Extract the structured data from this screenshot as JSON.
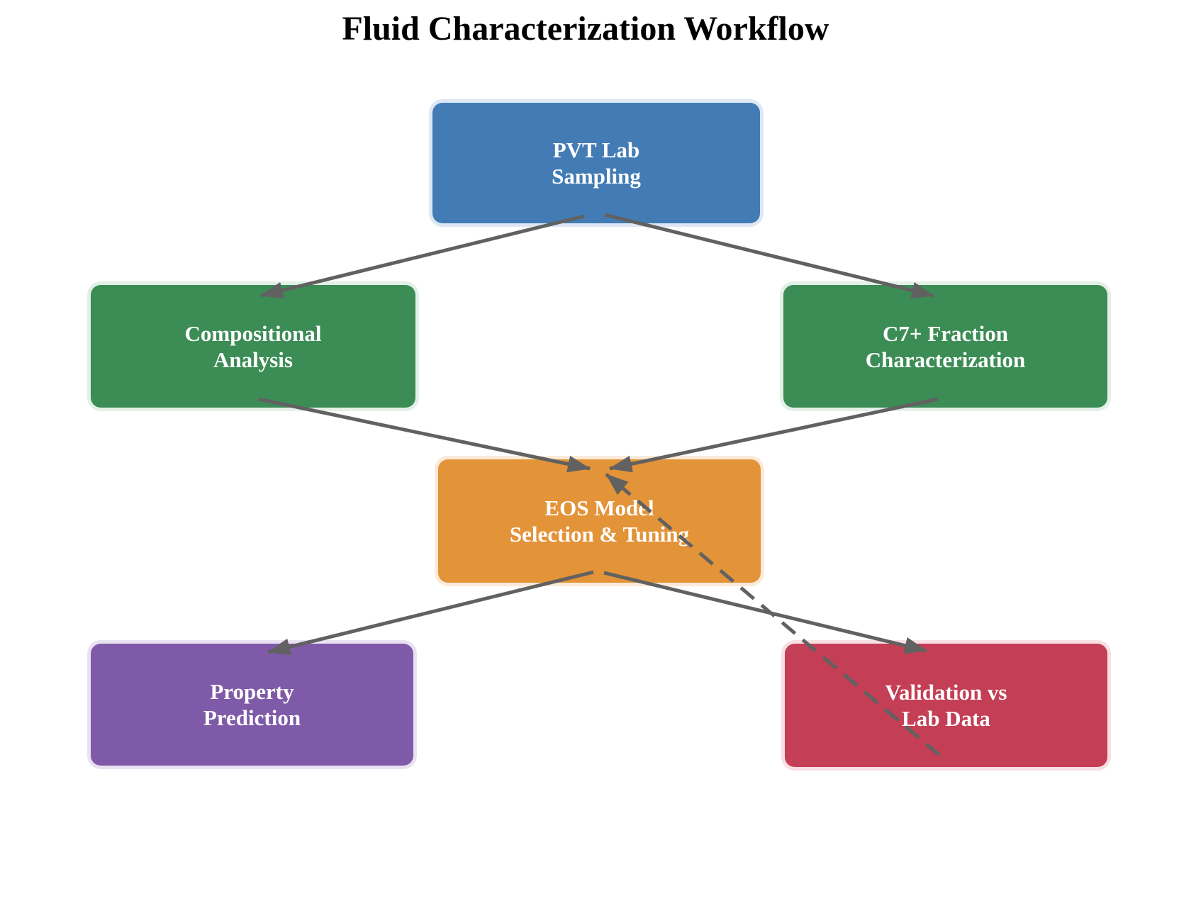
{
  "title": "Fluid Characterization Workflow",
  "diagram": {
    "arrow_color": "#616161",
    "nodes": [
      {
        "id": "pvt",
        "label": "PVT Lab\nSampling",
        "fill": "#437CB5",
        "halo": "#DEE8F4"
      },
      {
        "id": "comp",
        "label": "Compositional\nAnalysis",
        "fill": "#3C8C55",
        "halo": "#E3F0E7"
      },
      {
        "id": "c7",
        "label": "C7+ Fraction\nCharacterization",
        "fill": "#3C8C55",
        "halo": "#E3F0E7"
      },
      {
        "id": "eos",
        "label": "EOS Model\nSelection & Tuning",
        "fill": "#E39338",
        "halo": "#FAEAD9"
      },
      {
        "id": "prop",
        "label": "Property\nPrediction",
        "fill": "#7F5AA8",
        "halo": "#E9E2F2"
      },
      {
        "id": "val",
        "label": "Validation vs\nLab Data",
        "fill": "#C43E55",
        "halo": "#F8DFE4"
      }
    ],
    "edges": [
      {
        "from": "pvt",
        "to": "comp",
        "style": "solid"
      },
      {
        "from": "pvt",
        "to": "c7",
        "style": "solid"
      },
      {
        "from": "comp",
        "to": "eos",
        "style": "solid"
      },
      {
        "from": "c7",
        "to": "eos",
        "style": "solid"
      },
      {
        "from": "eos",
        "to": "prop",
        "style": "solid"
      },
      {
        "from": "eos",
        "to": "val",
        "style": "solid"
      },
      {
        "from": "val",
        "to": "eos",
        "style": "dashed"
      }
    ],
    "text_color": "#ffffff",
    "title_color": "#000000"
  }
}
